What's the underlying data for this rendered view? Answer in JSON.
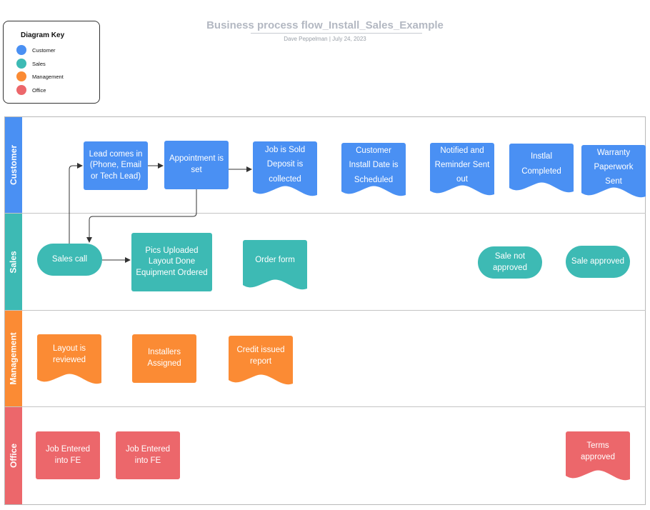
{
  "title": "Business process flow_Install_Sales_Example",
  "subtitle": "Dave Peppelman  |  July 24, 2023",
  "key": {
    "title": "Diagram Key",
    "items": [
      {
        "label": "Customer",
        "color": "#4a90f3"
      },
      {
        "label": "Sales",
        "color": "#3dbab4"
      },
      {
        "label": "Management",
        "color": "#fb8b34"
      },
      {
        "label": "Office",
        "color": "#ec676b"
      }
    ]
  },
  "lanes": {
    "customer": {
      "label": "Customer",
      "color": "#4a90f3"
    },
    "sales": {
      "label": "Sales",
      "color": "#3dbab4"
    },
    "management": {
      "label": "Management",
      "color": "#fb8b34"
    },
    "office": {
      "label": "Office",
      "color": "#ec676b"
    }
  },
  "nodes": {
    "lead": "Lead comes in (Phone, Email or Tech Lead)",
    "appointment": "Appointment is set",
    "job_sold": "Job is Sold Deposit is collected",
    "install_date": "Customer Install Date is Scheduled",
    "notified": "Notified and Reminder Sent out",
    "install_completed": "Instlal Completed",
    "warranty": "Warranty Paperwork Sent",
    "sales_call": "Sales call",
    "pics_uploaded": "Pics Uploaded Layout Done Equipment Ordered",
    "order_form": "Order form",
    "sale_not_approved": "Sale not approved",
    "sale_approved": "Sale approved",
    "layout_reviewed": "Layout is reviewed",
    "installers": "Installers Assigned",
    "credit": "Credit issued report",
    "job_entered_1": "Job Entered into FE",
    "job_entered_2": "Job Entered into FE",
    "terms": "Terms approved"
  }
}
